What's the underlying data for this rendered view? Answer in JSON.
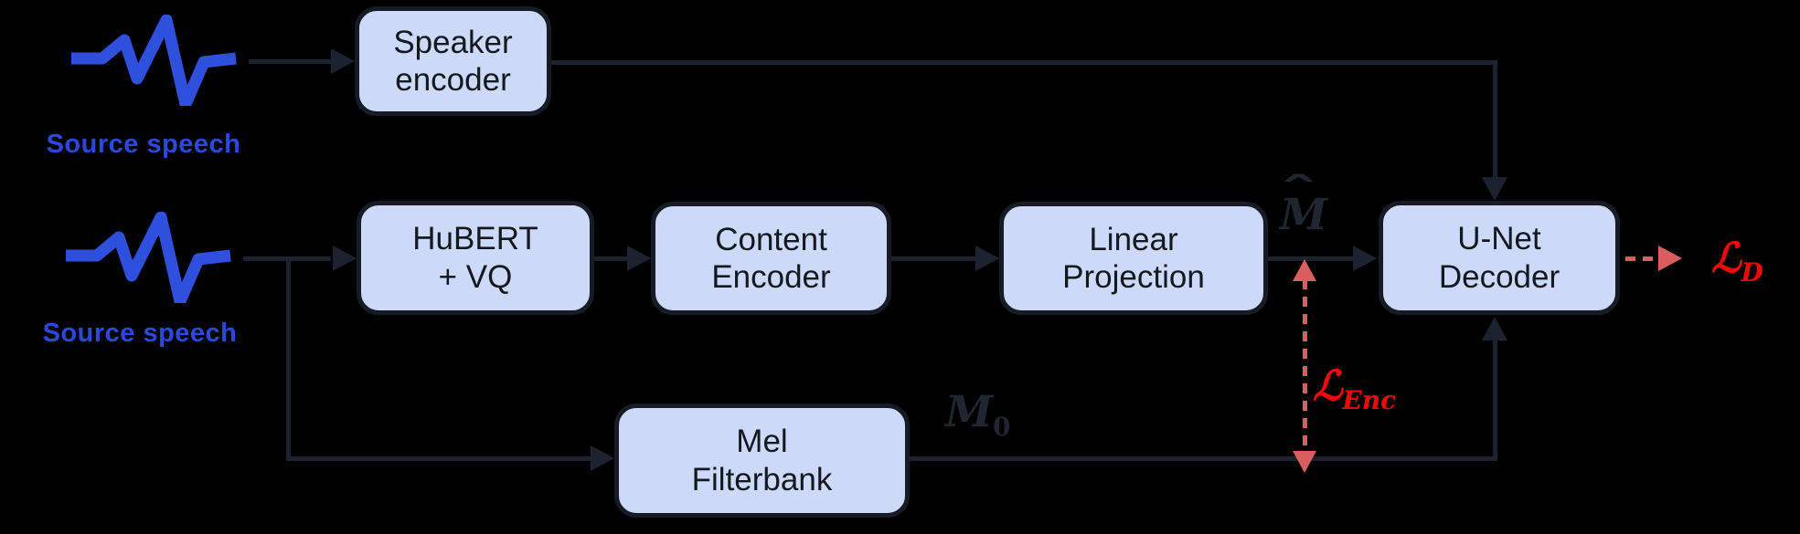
{
  "figure": {
    "type": "model-architecture-block-diagram",
    "nodes": {
      "speaker_encoder": {
        "line1": "Speaker",
        "line2": "encoder"
      },
      "hubert_vq": {
        "line1": "HuBERT",
        "line2": "+ VQ"
      },
      "content_encoder": {
        "line1": "Content",
        "line2": "Encoder"
      },
      "linear_projection": {
        "line1": "Linear",
        "line2": "Projection"
      },
      "unet_decoder": {
        "line1": "U-Net",
        "line2": "Decoder"
      },
      "mel_filterbank": {
        "line1": "Mel",
        "line2": "Filterbank"
      }
    },
    "inputs": {
      "source_speech_top": "Source speech",
      "source_speech_mid": "Source speech"
    },
    "math_labels": {
      "m_hat": {
        "hat": "ˆ",
        "base": "M"
      },
      "m_0": {
        "base": "M",
        "sub": "0"
      },
      "l_enc": {
        "base": "ℒ",
        "sub": "Enc"
      },
      "l_d": {
        "base": "ℒ",
        "sub": "D"
      }
    },
    "icons": {
      "source_waveform_top": "audio-waveform-icon",
      "source_waveform_mid": "audio-waveform-icon"
    }
  },
  "colors": {
    "background": "#000000",
    "box_fill": "#cdd9f8",
    "box_border": "#161b26",
    "box_text": "#14181f",
    "line": "#1c2230",
    "wave_blue": "#2e50dc",
    "label_blue": "#2a49dc",
    "salmon": "#d95f5f",
    "red": "#f40606",
    "dark_math": "#1f2531"
  }
}
